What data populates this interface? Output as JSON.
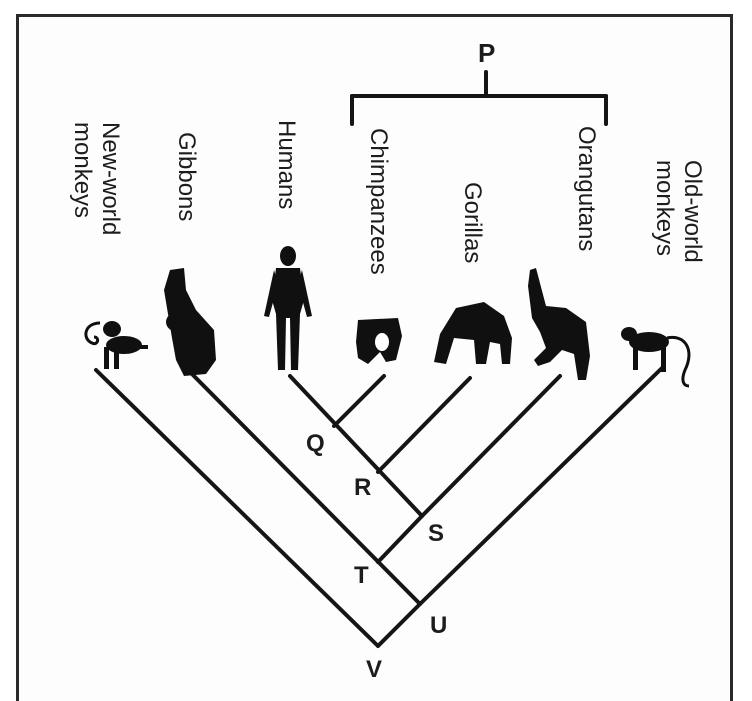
{
  "diagram": {
    "group_label": "P",
    "taxa": [
      {
        "key": "new_world",
        "label": "New-world monkeys",
        "line1": "New-world",
        "line2": "monkeys",
        "icon": "new-world-monkey-silhouette"
      },
      {
        "key": "gibbons",
        "label": "Gibbons",
        "icon": "gibbon-silhouette"
      },
      {
        "key": "humans",
        "label": "Humans",
        "icon": "human-silhouette"
      },
      {
        "key": "chimpanzees",
        "label": "Chimpanzees",
        "icon": "chimpanzee-silhouette"
      },
      {
        "key": "gorillas",
        "label": "Gorillas",
        "icon": "gorilla-silhouette"
      },
      {
        "key": "orangutans",
        "label": "Orangutans",
        "icon": "orangutan-silhouette"
      },
      {
        "key": "old_world",
        "label": "Old-world monkeys",
        "line1": "Old-world",
        "line2": "monkeys",
        "icon": "old-world-monkey-silhouette"
      }
    ],
    "nodes": {
      "Q": "Q",
      "R": "R",
      "S": "S",
      "T": "T",
      "U": "U",
      "V": "V"
    }
  }
}
